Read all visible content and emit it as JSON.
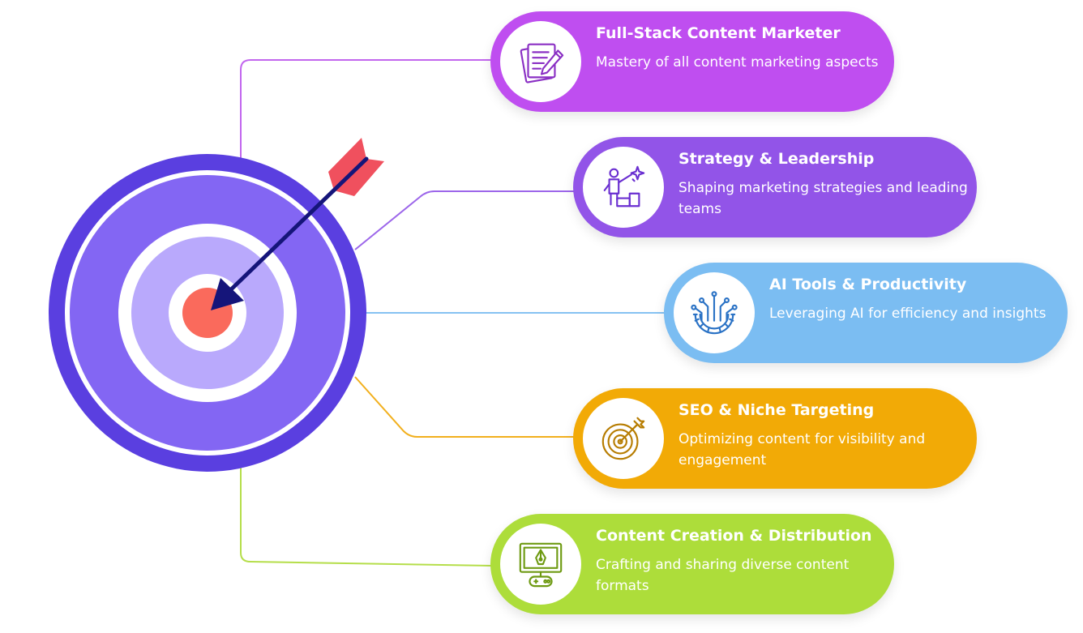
{
  "colors": {
    "outer_ring": "#5a3fe0",
    "second_ring": "#8366f3",
    "inner_ring": "#b9a9fc",
    "bullseye": "#fa6a5c",
    "arrow_shaft": "#15157a",
    "arrow_fletching": "#f0505e"
  },
  "items": [
    {
      "title": "Full-Stack Content Marketer",
      "description": "Mastery of all content marketing aspects",
      "icon": "document-pencil-icon",
      "color": "#bf4ef0",
      "icon_color": "#8a2fc4",
      "line_color": "#c266ee"
    },
    {
      "title": "Strategy & Leadership",
      "description": "Shaping marketing strategies and leading teams",
      "icon": "leader-podium-icon",
      "color": "#9254e8",
      "icon_color": "#6a2fd1",
      "line_color": "#9c66ea"
    },
    {
      "title": "AI Tools & Productivity",
      "description": "Leveraging AI for efficiency and insights",
      "icon": "ai-gear-circuit-icon",
      "color": "#7bbdf2",
      "icon_color": "#2a72c5",
      "line_color": "#86c2f2"
    },
    {
      "title": "SEO & Niche Targeting",
      "description": "Optimizing content for visibility and engagement",
      "icon": "target-arrow-icon",
      "color": "#f2aa06",
      "icon_color": "#b77d02",
      "line_color": "#f2b01e"
    },
    {
      "title": "Content Creation & Distribution",
      "description": "Crafting and sharing diverse content formats",
      "icon": "monitor-pen-gamepad-icon",
      "color": "#addd3a",
      "icon_color": "#6e9a12",
      "line_color": "#b5de4a"
    }
  ]
}
